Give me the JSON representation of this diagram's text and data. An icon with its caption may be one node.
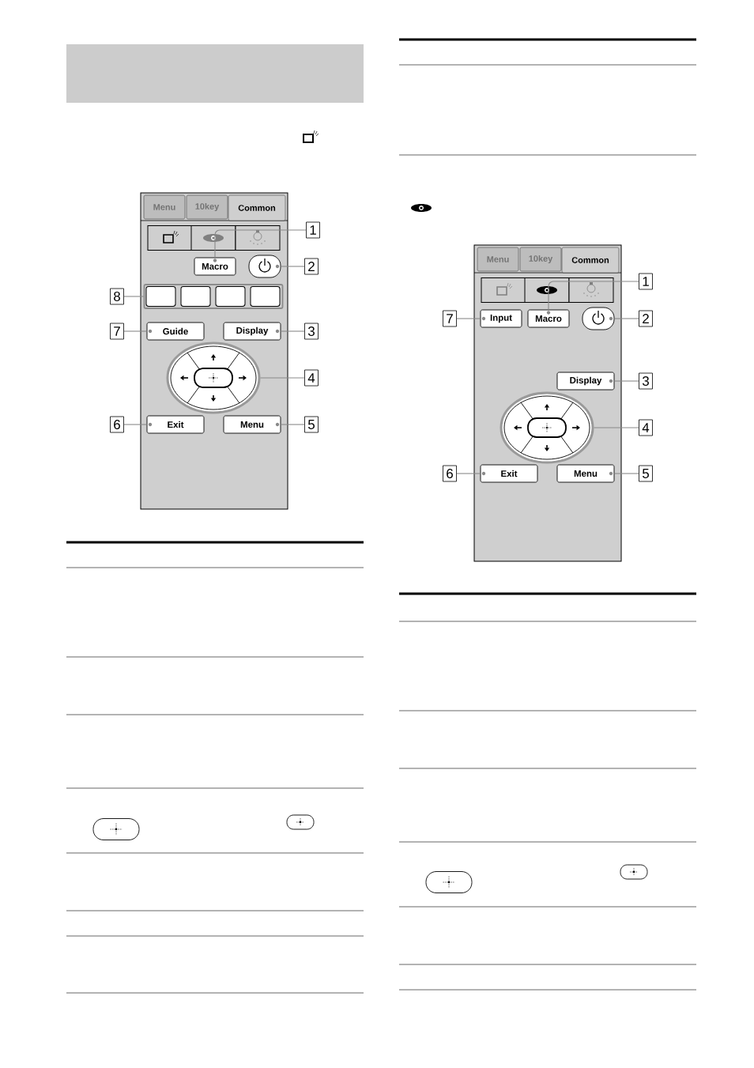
{
  "diagram": {
    "nodes": [
      {
        "text": [],
        "shape": "box"
      },
      {
        "text": [
          "Menu"
        ],
        "in": 0
      },
      {
        "text": [
          "10key"
        ],
        "in": 0
      },
      {
        "text": [
          "Common"
        ],
        "in": 0
      },
      {
        "text": [],
        "shape": "box",
        "in": 0
      },
      {
        "text": [],
        "shape": "box",
        "in": 0
      },
      {
        "text": [],
        "shape": "box",
        "in": 0
      },
      {
        "text": [
          "Macro"
        ],
        "in": 0
      },
      {
        "text": [],
        "shape": "box",
        "in": 0
      },
      {
        "text": [],
        "shape": "box",
        "in": 0
      },
      {
        "text": [],
        "shape": "box",
        "in": 9
      },
      {
        "text": [],
        "shape": "box",
        "in": 9
      },
      {
        "text": [],
        "shape": "box",
        "in": 9
      },
      {
        "text": [],
        "shape": "box",
        "in": 9
      },
      {
        "text": [
          "Guide"
        ],
        "in": 0
      },
      {
        "text": [
          "Display"
        ],
        "in": 0
      },
      {
        "text": [],
        "shape": "circle",
        "in": 0
      },
      {
        "text": [
          "Exit"
        ],
        "in": 0
      },
      {
        "text": [
          "Menu"
        ],
        "in": 0
      },
      {
        "text": [
          "1"
        ]
      },
      {
        "text": [
          "2"
        ]
      },
      {
        "text": [
          "8"
        ]
      },
      {
        "text": [
          "7"
        ]
      },
      {
        "text": [
          "3"
        ]
      },
      {
        "text": [
          "4"
        ]
      },
      {
        "text": [
          "6"
        ]
      },
      {
        "text": [
          "5"
        ]
      },
      {
        "text": [],
        "shape": "box"
      },
      {
        "text": [
          "Menu"
        ],
        "in": 27
      },
      {
        "text": [
          "10key"
        ],
        "in": 27
      },
      {
        "text": [
          "Common"
        ],
        "in": 27
      },
      {
        "text": [],
        "shape": "box",
        "in": 27
      },
      {
        "text": [],
        "shape": "box",
        "in": 27
      },
      {
        "text": [],
        "shape": "box",
        "in": 27
      },
      {
        "text": [
          "Input"
        ],
        "in": 27
      },
      {
        "text": [
          "Macro"
        ],
        "in": 27
      },
      {
        "text": [],
        "shape": "box",
        "in": 27
      },
      {
        "text": [
          "Display"
        ],
        "in": 27
      },
      {
        "text": [],
        "shape": "circle",
        "in": 27
      },
      {
        "text": [
          "Exit"
        ],
        "in": 27
      },
      {
        "text": [
          "Menu"
        ],
        "in": 27
      },
      {
        "text": [
          "1"
        ]
      },
      {
        "text": [
          "7"
        ]
      },
      {
        "text": [
          "2"
        ]
      },
      {
        "text": [
          "3"
        ]
      },
      {
        "text": [
          "4"
        ]
      },
      {
        "text": [
          "6"
        ]
      },
      {
        "text": [
          "5"
        ]
      },
      {
        "text": [],
        "shape": "box"
      }
    ],
    "edges": [
      {
        "from": 19,
        "to": 7,
        "arrow": "none"
      },
      {
        "from": 20,
        "to": 8,
        "arrow": "none"
      },
      {
        "from": 21,
        "to": 9,
        "arrow": "none"
      },
      {
        "from": 22,
        "to": 14,
        "arrow": "none"
      },
      {
        "from": 23,
        "to": 15,
        "arrow": "none"
      },
      {
        "from": 24,
        "to": 16,
        "arrow": "none"
      },
      {
        "from": 25,
        "to": 17,
        "arrow": "none"
      },
      {
        "from": 26,
        "to": 18,
        "arrow": "none"
      },
      {
        "from": 41,
        "to": 35,
        "arrow": "none"
      },
      {
        "from": 42,
        "to": 34,
        "arrow": "none"
      },
      {
        "from": 43,
        "to": 36,
        "arrow": "none"
      },
      {
        "from": 44,
        "to": 37,
        "arrow": "none"
      },
      {
        "from": 45,
        "to": 38,
        "arrow": "none"
      },
      {
        "from": 46,
        "to": 39,
        "arrow": "none"
      },
      {
        "from": 47,
        "to": 40,
        "arrow": "none"
      }
    ]
  }
}
